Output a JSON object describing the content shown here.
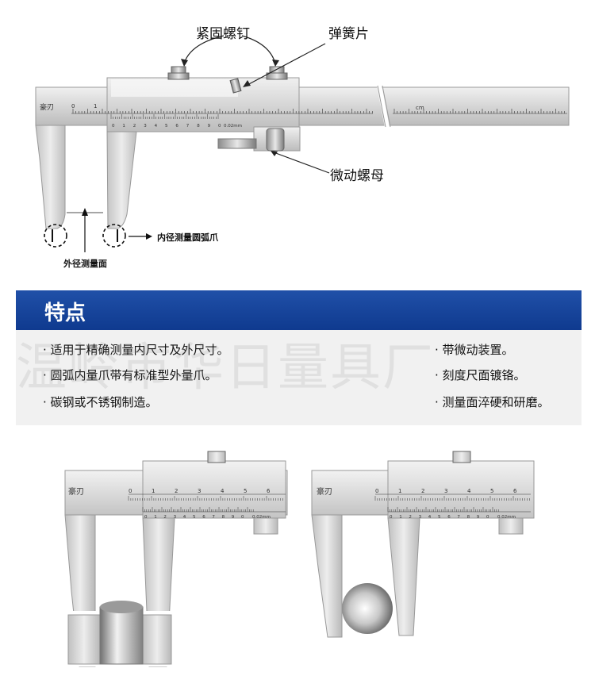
{
  "diagram": {
    "labels": {
      "lock_screw": "紧固螺钉",
      "spring_plate": "弹簧片",
      "fine_adjust_nut": "微动螺母",
      "inner_jaw": "内径测量圆弧爪",
      "outer_face": "外径测量面"
    },
    "brand": "豪刃",
    "main_scale_numbers": [
      "0",
      "1"
    ],
    "vernier_numbers": [
      "0",
      "1",
      "2",
      "3",
      "4",
      "5",
      "6",
      "7",
      "8",
      "9",
      "0"
    ],
    "vernier_unit": "0.02mm",
    "unit_cm": "cm"
  },
  "features": {
    "title": "特点",
    "watermark": "温岭市华日量具厂",
    "left": [
      "· 适用于精确测量内尺寸及外尺寸。",
      "· 圆弧内量爪带有标准型外量爪。",
      "· 碳钢或不锈钢制造。"
    ],
    "right": [
      "· 带微动装置。",
      "· 刻度尺面镀铬。",
      "· 测量面淬硬和研磨。"
    ]
  },
  "examples": {
    "brand": "豪刃",
    "scale_numbers": [
      "0",
      "1",
      "2",
      "3",
      "4",
      "5",
      "6"
    ],
    "vernier_numbers": [
      "0",
      "1",
      "2",
      "3",
      "4",
      "5",
      "6",
      "7",
      "8",
      "9",
      "0"
    ],
    "vernier_unit": "0.02mm"
  },
  "colors": {
    "banner": "#1a4a9e",
    "steel": "#d8d8d8",
    "feature_bg": "#f1f1f1"
  }
}
